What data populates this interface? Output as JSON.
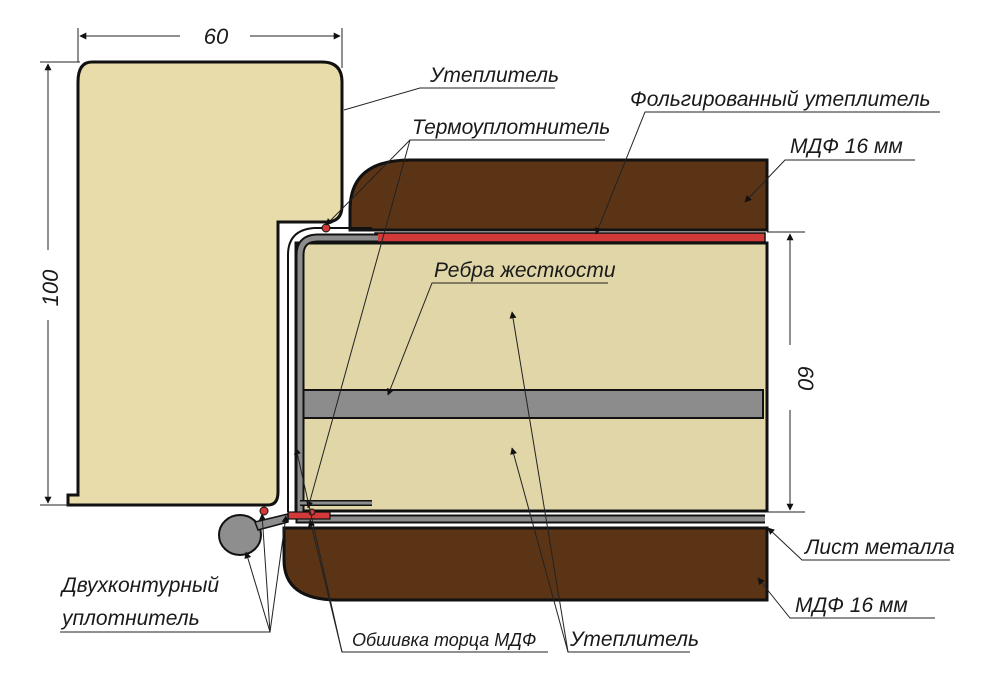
{
  "colors": {
    "insulation": "#e1d6a8",
    "frame_fill": "#e8dcaa",
    "mdf": "#5b3416",
    "foil": "#d23a3a",
    "metal": "#8c8c8c",
    "seal": "#8e8e8e",
    "outline": "#111111"
  },
  "dimensions": {
    "frame_width": "60",
    "frame_height": "100",
    "leaf_thickness": "60"
  },
  "labels": {
    "insulation_top": "Утеплитель",
    "foil_insulation": "Фольгированный утеплитель",
    "thermo_seal": "Термоуплотнитель",
    "mdf_top": "МДФ 16 мм",
    "stiffener": "Ребра жесткости",
    "metal_sheet": "Лист металла",
    "mdf_bottom": "МДФ 16 мм",
    "double_seal_line1": "Двухконтурный",
    "double_seal_line2": "уплотнитель",
    "mdf_edge": "Обшивка торца МДФ",
    "insulation_bottom": "Утеплитель"
  }
}
